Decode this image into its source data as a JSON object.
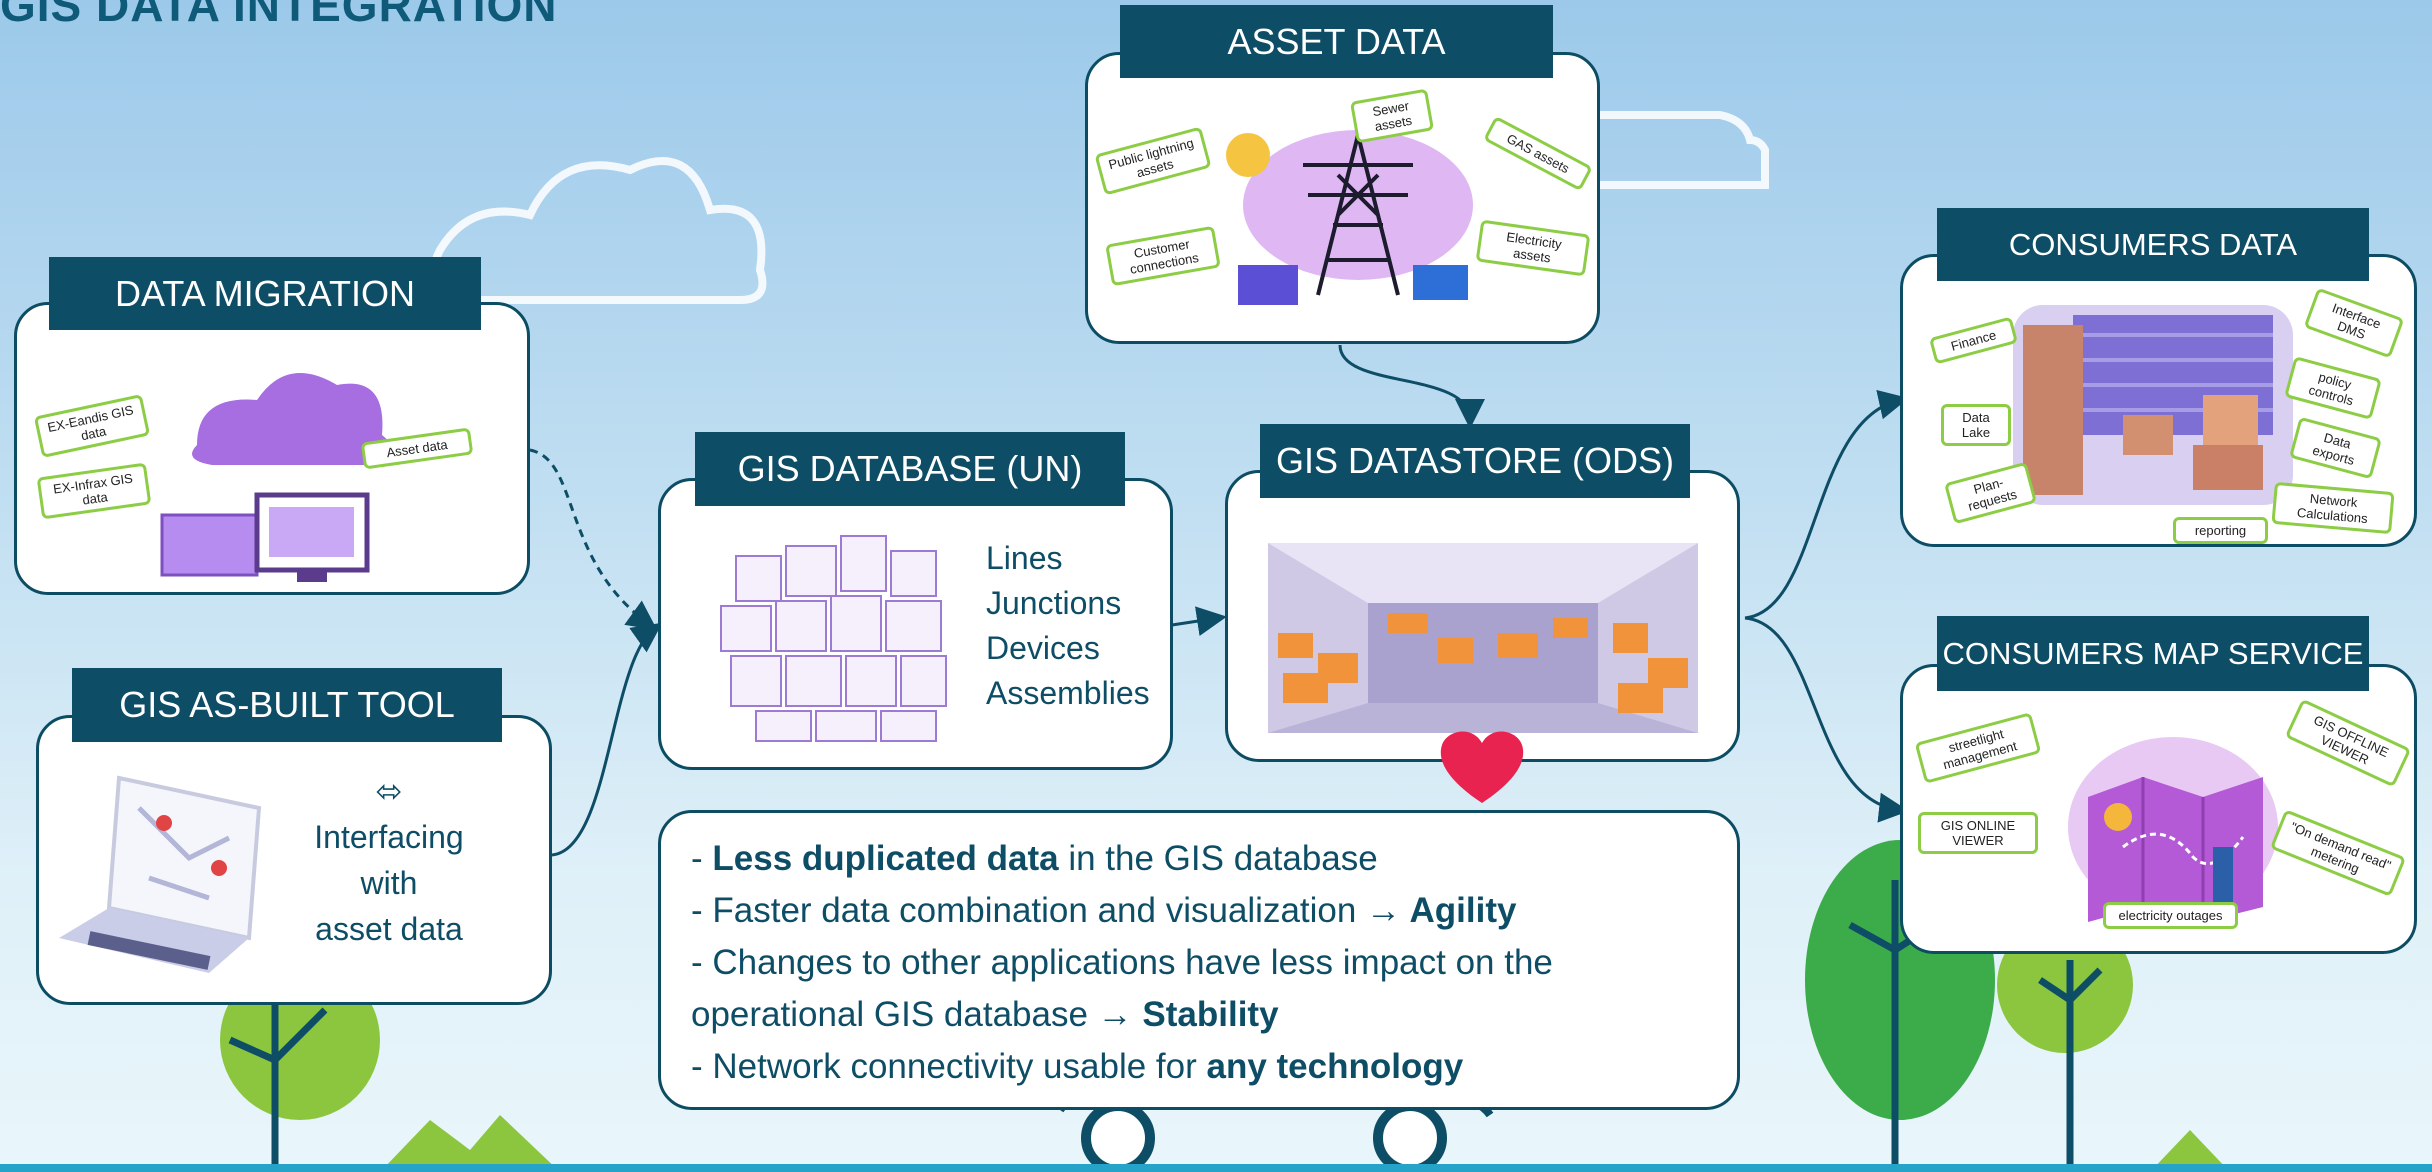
{
  "title": "GIS DATA INTEGRATION",
  "data_migration": {
    "header": "DATA MIGRATION",
    "tags": [
      "EX-Eandis GIS data",
      "EX-Infrax GIS data",
      "Asset data"
    ]
  },
  "as_built": {
    "header": "GIS AS-BUILT TOOL",
    "arrow_glyph": "⬄",
    "text": [
      "Interfacing",
      "with",
      "asset data"
    ]
  },
  "gis_database": {
    "header": "GIS DATABASE (UN)",
    "items": [
      "Lines",
      "Junctions",
      "Devices",
      "Assemblies"
    ]
  },
  "asset_data": {
    "header": "ASSET DATA",
    "tags": [
      "Public lightning assets",
      "Sewer assets",
      "GAS assets",
      "Customer connections",
      "Electricity assets"
    ]
  },
  "datastore": {
    "header": "GIS DATASTORE (ODS)"
  },
  "consumers_data": {
    "header": "CONSUMERS DATA",
    "tags": [
      "Finance",
      "Interface DMS",
      "policy controls",
      "Data Lake",
      "Data exports",
      "Plan-requests",
      "Network Calculations",
      "reporting"
    ]
  },
  "consumers_map": {
    "header": "CONSUMERS MAP SERVICE",
    "tags": [
      "streetlight management",
      "GIS OFFLINE VIEWER",
      "GIS ONLINE VIEWER",
      "\"On demand read\" metering",
      "electricity outages"
    ]
  },
  "benefits": {
    "l1_pre": "- ",
    "l1_bold": "Less duplicated data",
    "l1_post": " in the GIS database",
    "l2_pre": "- Faster data combination and visualization ",
    "l2_bold": "→ Agility",
    "l3": "- Changes to other applications have less impact on the",
    "l4_pre": "operational GIS database ",
    "l4_bold": "→ Stability",
    "l5_pre": "- Network connectivity usable for ",
    "l5_bold": "any technology"
  },
  "colors": {
    "navy": "#0e4d66",
    "tag_border": "#8ccd45",
    "heart": "#e8234f",
    "tree": "#7fc242"
  }
}
